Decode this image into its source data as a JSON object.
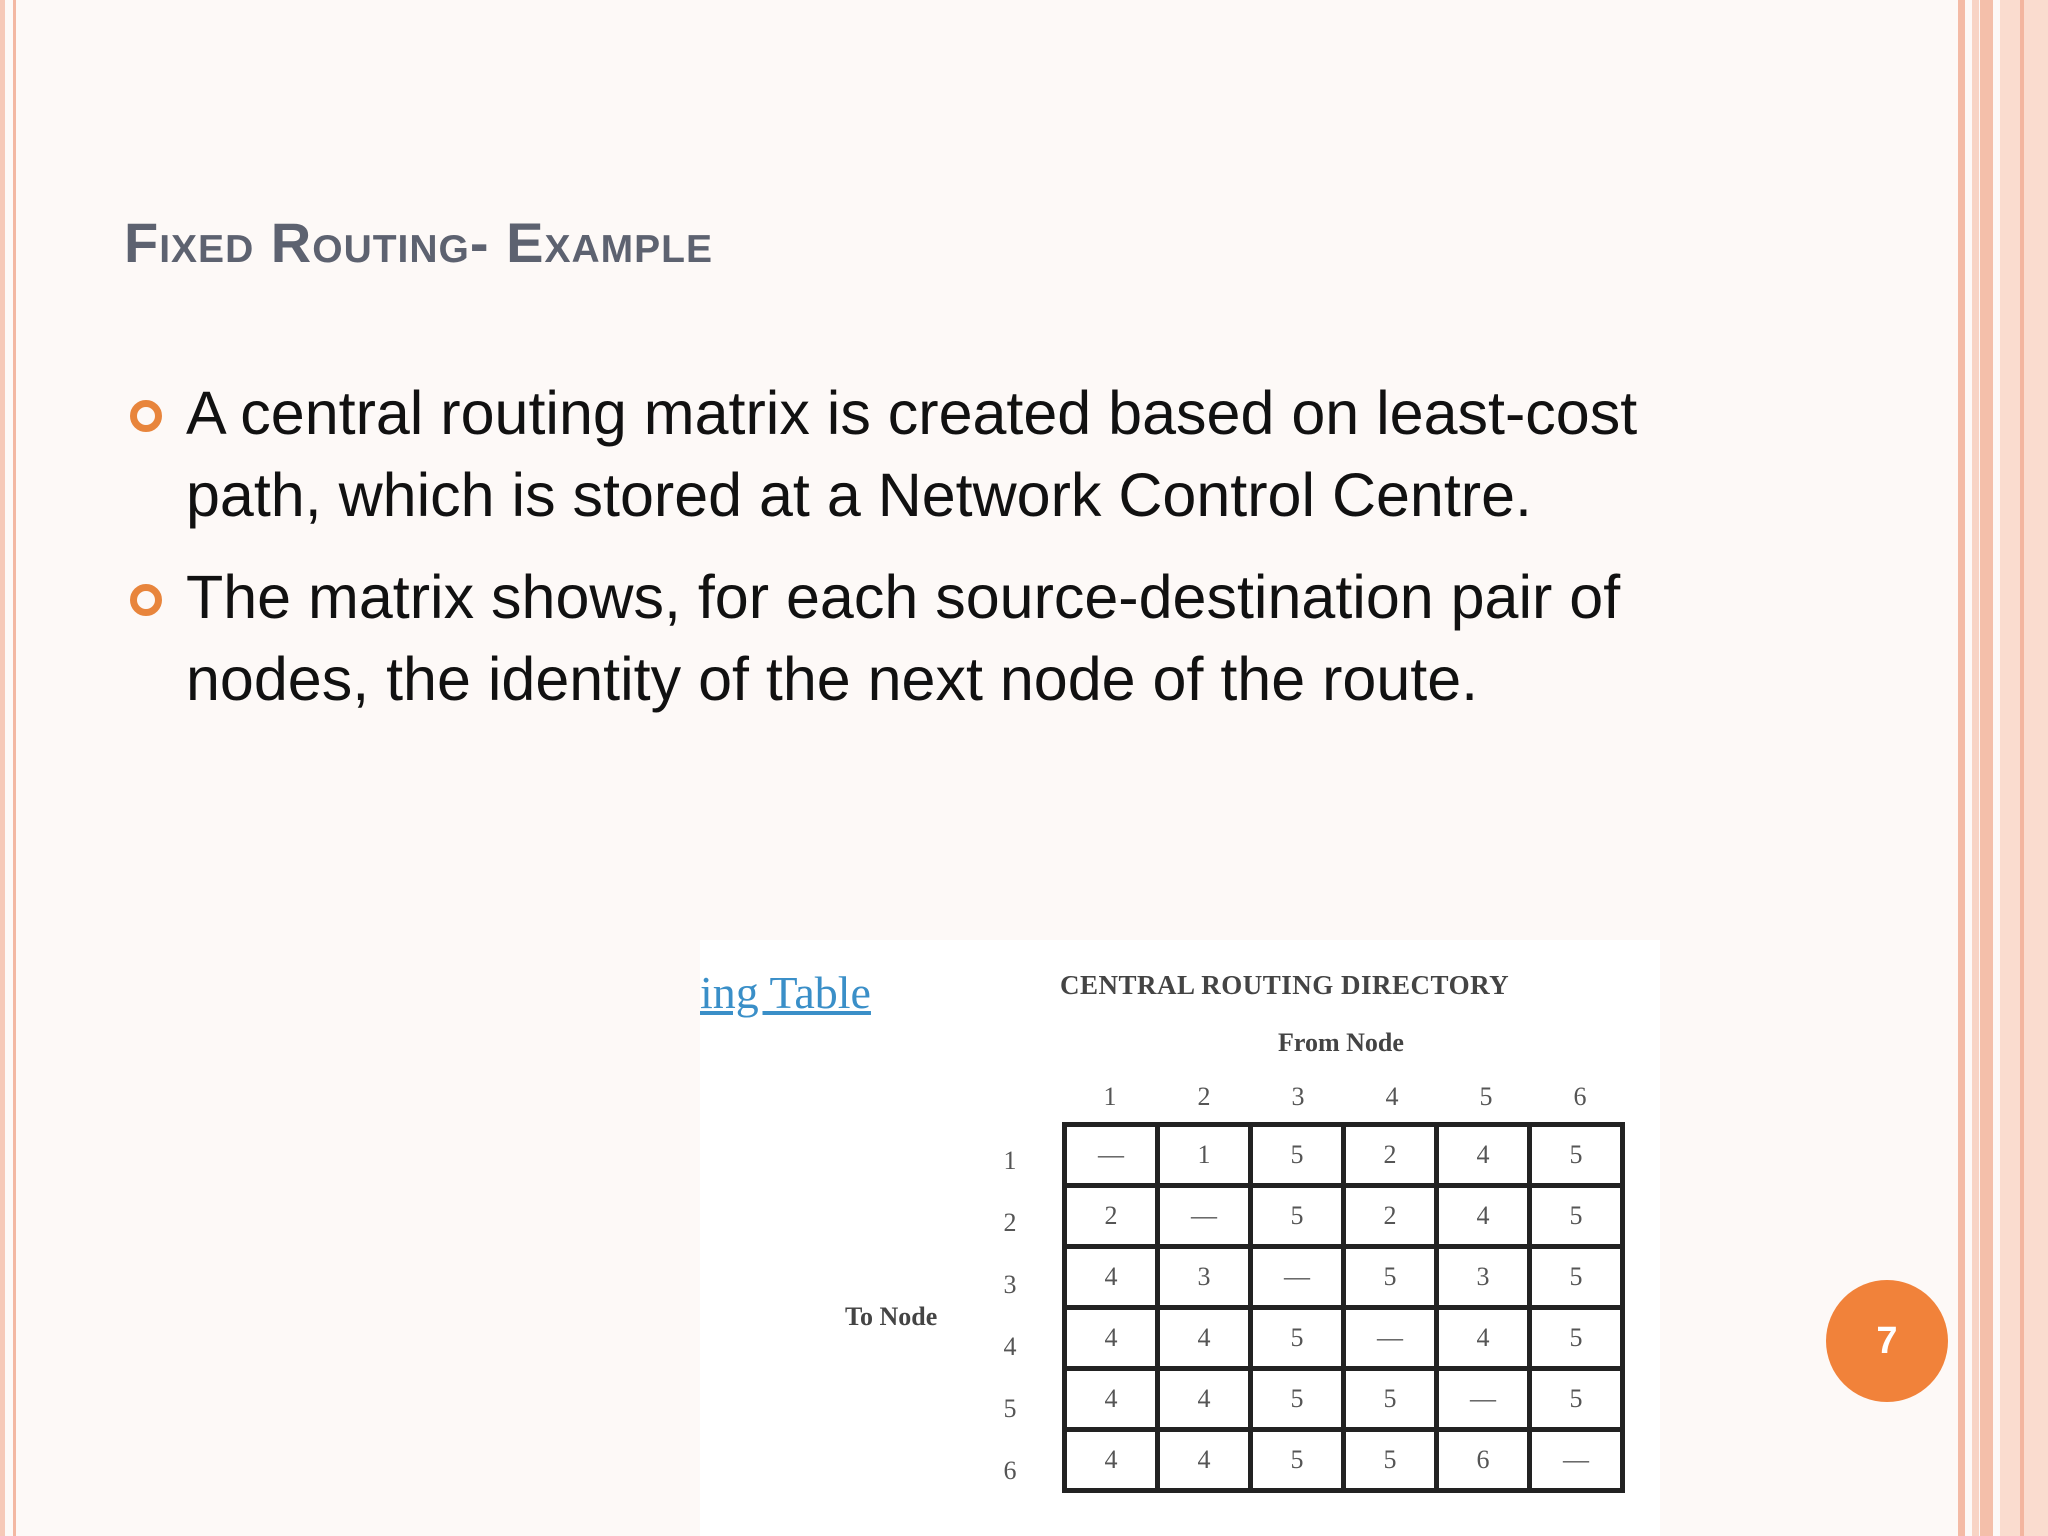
{
  "slide": {
    "title": "Fixed Routing- Example",
    "bullets": [
      "A central routing matrix is created based on least-cost path, which is stored at a Network Control Centre.",
      "The matrix shows, for each source-destination pair of nodes, the identity of the next node of the route."
    ],
    "page_number": "7"
  },
  "figure": {
    "link_text": "ing Table",
    "title": "CENTRAL ROUTING DIRECTORY",
    "from_label": "From Node",
    "to_label": "To Node",
    "column_headers": [
      "1",
      "2",
      "3",
      "4",
      "5",
      "6"
    ],
    "row_headers": [
      "1",
      "2",
      "3",
      "4",
      "5",
      "6"
    ],
    "rows": [
      [
        "—",
        "1",
        "5",
        "2",
        "4",
        "5"
      ],
      [
        "2",
        "—",
        "5",
        "2",
        "4",
        "5"
      ],
      [
        "4",
        "3",
        "—",
        "5",
        "3",
        "5"
      ],
      [
        "4",
        "4",
        "5",
        "—",
        "4",
        "5"
      ],
      [
        "4",
        "4",
        "5",
        "5",
        "—",
        "5"
      ],
      [
        "4",
        "4",
        "5",
        "5",
        "6",
        "—"
      ]
    ]
  },
  "colors": {
    "title": "#5d6270",
    "bullet_accent": "#e8853c",
    "badge": "#f1823a",
    "link": "#3a8fc8"
  }
}
